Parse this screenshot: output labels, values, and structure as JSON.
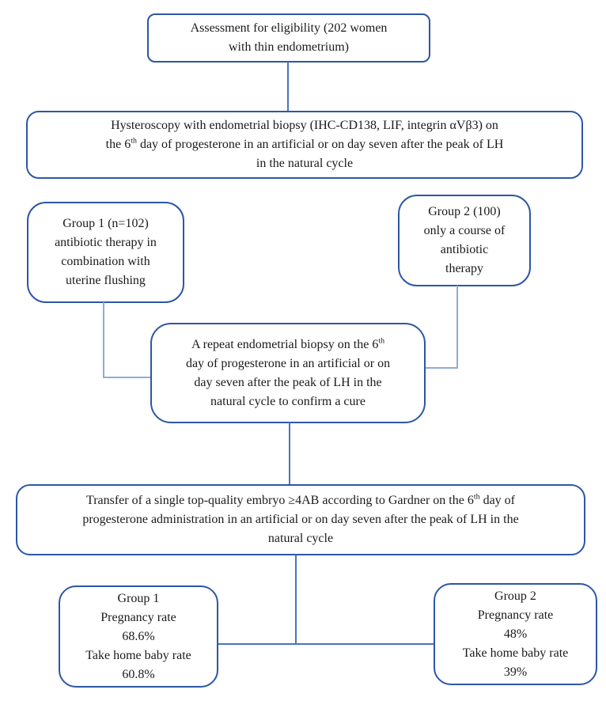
{
  "diagram": {
    "type": "flowchart",
    "colors": {
      "box_border": "#2e56a6",
      "connector": "#4a73bf",
      "connector_light": "#8faadb",
      "text": "#1a1a1a",
      "background": "#ffffff"
    },
    "boxes": {
      "eligibility": {
        "text": "Assessment for eligibility (202 women\nwith thin endometrium)"
      },
      "hysteroscopy": {
        "text": "Hysteroscopy with endometrial biopsy (IHC-CD138, LIF, integrin αVβ3) on\nthe 6^th^ day of progesterone in an artificial or on day seven after the peak of LH\nin the natural cycle"
      },
      "group1_treatment": {
        "text": "Group 1 (n=102)\nantibiotic therapy in\ncombination with\nuterine flushing"
      },
      "group2_treatment": {
        "text": "Group 2 (100)\nonly a course of\nantibiotic\ntherapy"
      },
      "repeat_biopsy": {
        "text": "A repeat endometrial biopsy on the 6^th^\nday of progesterone in an artificial or on\nday seven after the peak of LH in the\nnatural cycle to confirm a cure"
      },
      "embryo_transfer": {
        "text": "Transfer of a single top-quality embryo ≥4AB according to Gardner on the 6^th^ day of\nprogesterone administration in an artificial or on day seven after the peak of LH in the\nnatural cycle"
      },
      "group1_outcomes": {
        "text": "Group 1\nPregnancy rate\n68.6%\nTake home baby rate\n60.8%"
      },
      "group2_outcomes": {
        "text": "Group 2\nPregnancy rate\n48%\nTake home baby rate\n39%"
      }
    },
    "outcomes": {
      "group1": {
        "n": "102",
        "pregnancy_rate": "68.6%",
        "take_home_baby_rate": "60.8%"
      },
      "group2": {
        "n": "100",
        "pregnancy_rate": "48%",
        "take_home_baby_rate": "39%"
      }
    }
  }
}
